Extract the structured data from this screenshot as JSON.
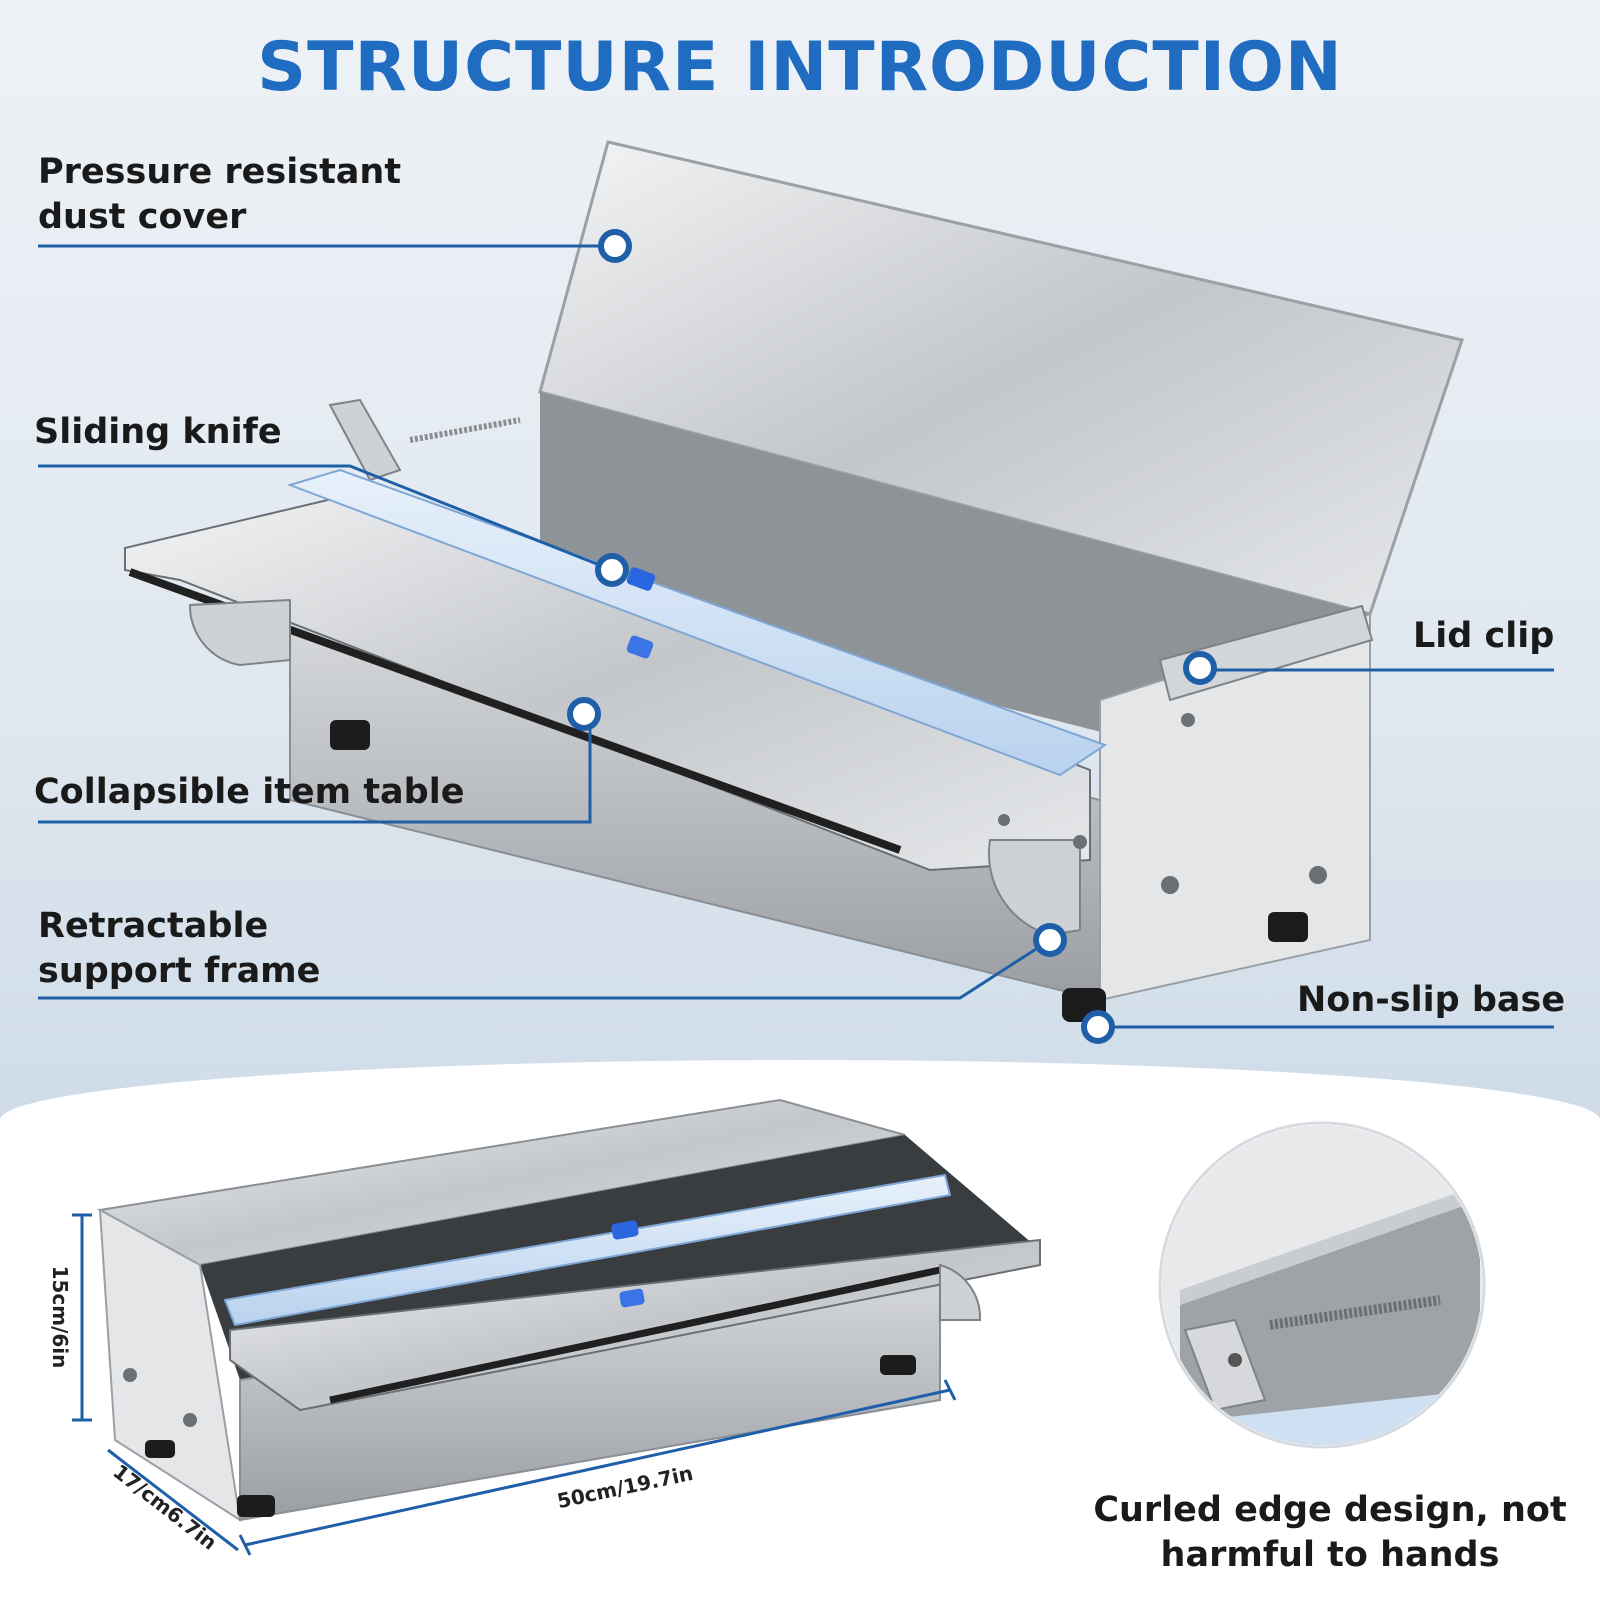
{
  "title": "STRUCTURE INTRODUCTION",
  "features": {
    "dust_cover": {
      "line1": "Pressure resistant",
      "line2": "dust cover"
    },
    "sliding_knife": "Sliding knife",
    "item_table": "Collapsible item table",
    "support_frame": {
      "line1": "Retractable",
      "line2": "support frame"
    },
    "lid_clip": "Lid clip",
    "non_slip_base": "Non-slip base"
  },
  "dimensions": {
    "height": "15cm/6in",
    "depth": "17/cm6.7in",
    "width": "50cm/19.7in"
  },
  "detail_caption": {
    "line1": "Curled edge design, not",
    "line2": "harmful to hands"
  },
  "colors": {
    "accent": "#1f6cc1",
    "line": "#1f5fa8",
    "steel": "#c9ccd0"
  }
}
